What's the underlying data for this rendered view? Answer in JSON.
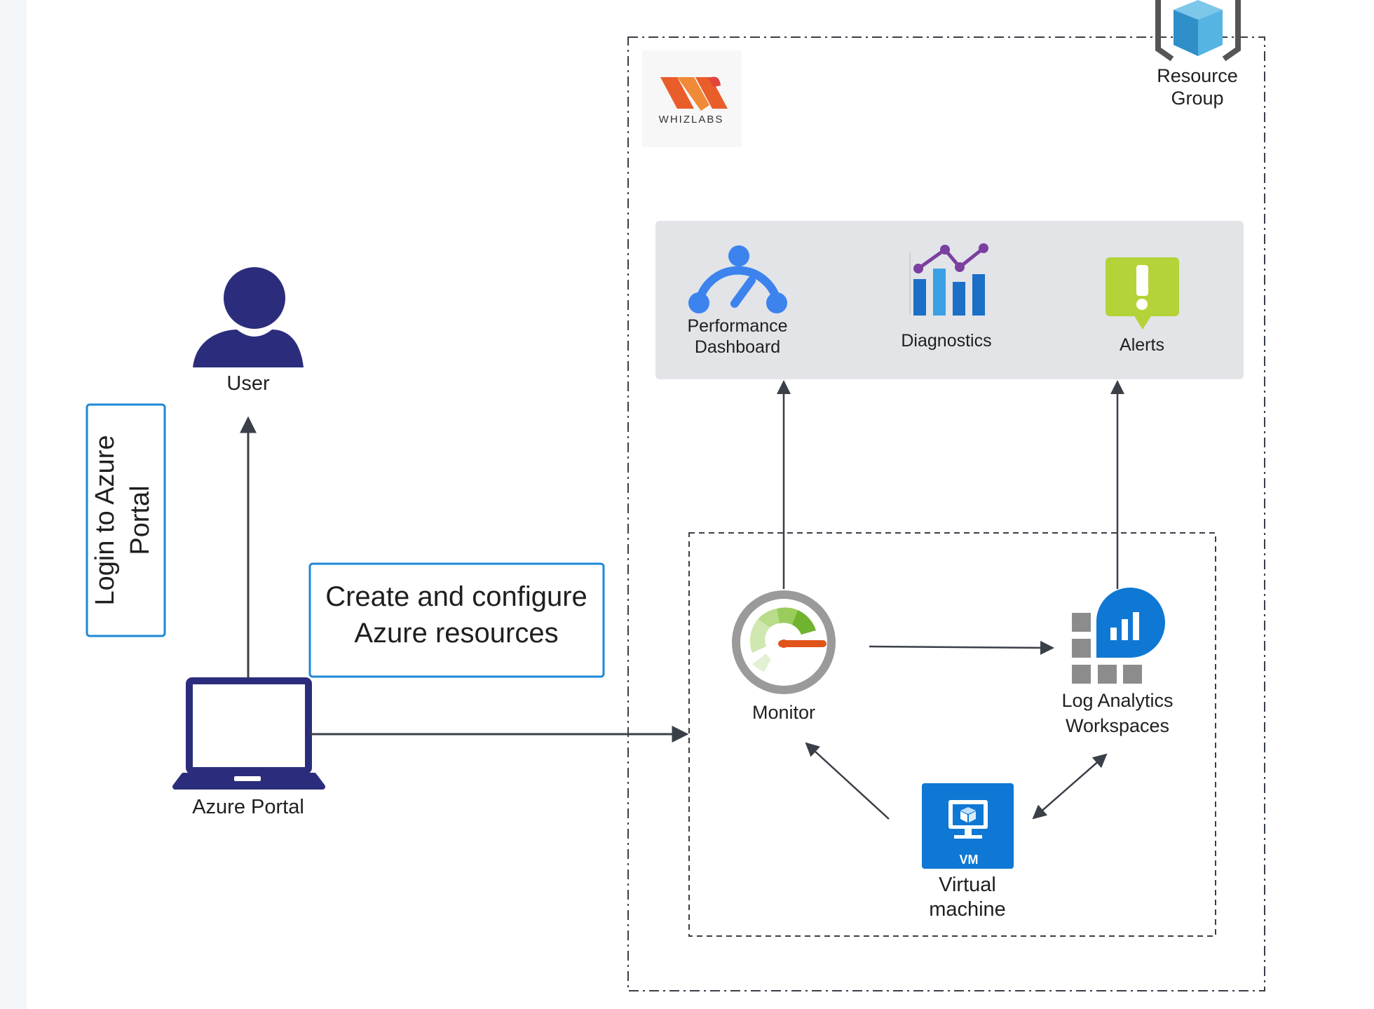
{
  "brand": {
    "logo_text": "WHIZLABS"
  },
  "resource_group": {
    "label_line1": "Resource",
    "label_line2": "Group"
  },
  "user": {
    "label": "User"
  },
  "portal": {
    "label": "Azure Portal"
  },
  "login_box": {
    "line1": "Login to Azure",
    "line2": "Portal"
  },
  "create_box": {
    "line1": "Create and configure",
    "line2": "Azure resources"
  },
  "dashboard_panel": {
    "performance": {
      "line1": "Performance",
      "line2": "Dashboard"
    },
    "diagnostics": {
      "label": "Diagnostics"
    },
    "alerts": {
      "label": "Alerts"
    }
  },
  "monitor": {
    "label": "Monitor"
  },
  "log_analytics": {
    "line1": "Log Analytics",
    "line2": "Workspaces"
  },
  "vm": {
    "badge": "VM",
    "line1": "Virtual",
    "line2": "machine"
  },
  "colors": {
    "navy": "#2b2d7c",
    "azure_blue": "#0f78d4",
    "box_blue": "#1d88d6",
    "panel_gray": "#e2e4e8",
    "alert_green": "#b4d338",
    "monitor_green": "#86c43f",
    "monitor_orange": "#e0541a",
    "cube_blue": "#49a8d8"
  },
  "icons": [
    "user-icon",
    "laptop-icon",
    "whizlabs-logo",
    "resource-group-icon",
    "performance-dashboard-icon",
    "diagnostics-icon",
    "alert-icon",
    "monitor-gauge-icon",
    "log-analytics-icon",
    "virtual-machine-icon"
  ]
}
